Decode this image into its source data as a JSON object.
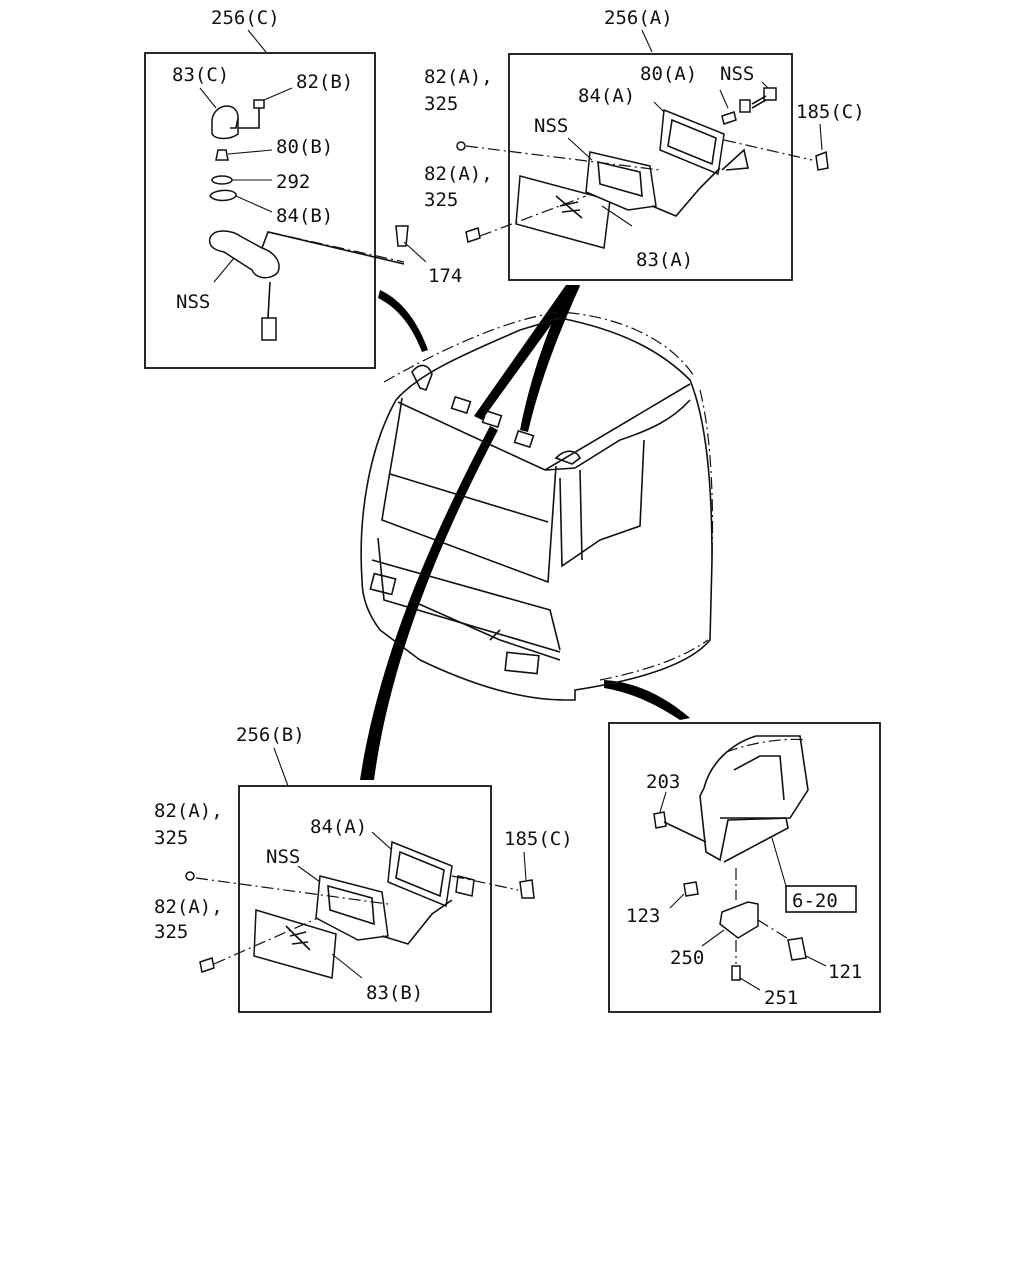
{
  "groups": {
    "c": {
      "title": "256(C)",
      "labels": {
        "lens": "83(C)",
        "screw": "82(B)",
        "bulb": "80(B)",
        "gasket": "292",
        "base": "84(B)",
        "nss": "NSS",
        "bolt": "174"
      }
    },
    "a": {
      "title": "256(A)",
      "labels": {
        "screw_top": "82(A),",
        "screw_top_num": "325",
        "nss": "NSS",
        "base": "84(A)",
        "bulb": "80(A)",
        "nss_top": "NSS",
        "clip": "185(C)",
        "screw_bottom": "82(A),",
        "screw_bottom_num": "325",
        "lens": "83(A)"
      }
    },
    "b": {
      "title": "256(B)",
      "labels": {
        "screw_top": "82(A),",
        "screw_top_num": "325",
        "base": "84(A)",
        "nss": "NSS",
        "clip": "185(C)",
        "screw_bottom": "82(A),",
        "screw_bottom_num": "325",
        "lens": "83(B)"
      }
    },
    "d": {
      "labels": {
        "clip": "203",
        "nut": "123",
        "bracket": "250",
        "ref": "6-20",
        "reflector": "121",
        "screw": "251"
      }
    }
  }
}
